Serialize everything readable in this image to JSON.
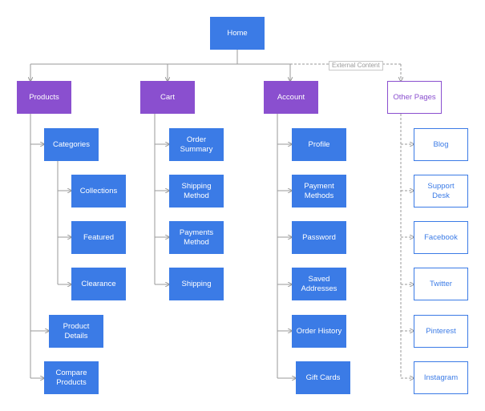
{
  "colors": {
    "primary_blue": "#3b7be6",
    "section_purple": "#8a4fcf",
    "connector_gray": "#9a9a9a"
  },
  "edge_label": "External Content",
  "root": {
    "label": "Home"
  },
  "sections": [
    {
      "id": "products",
      "label": "Products",
      "children": [
        {
          "id": "categories",
          "label": "Categories",
          "children": [
            {
              "id": "collections",
              "label": "Collections"
            },
            {
              "id": "featured",
              "label": "Featured"
            },
            {
              "id": "clearance",
              "label": "Clearance"
            }
          ]
        },
        {
          "id": "product-details",
          "label": "Product\nDetails"
        },
        {
          "id": "compare-products",
          "label": "Compare\nProducts"
        }
      ]
    },
    {
      "id": "cart",
      "label": "Cart",
      "children": [
        {
          "id": "order-summary",
          "label": "Order\nSummary"
        },
        {
          "id": "shipping-method",
          "label": "Shipping\nMethod"
        },
        {
          "id": "payments-method",
          "label": "Payments\nMethod"
        },
        {
          "id": "shipping",
          "label": "Shipping"
        }
      ]
    },
    {
      "id": "account",
      "label": "Account",
      "children": [
        {
          "id": "profile",
          "label": "Profile"
        },
        {
          "id": "payment-methods",
          "label": "Payment\nMethods"
        },
        {
          "id": "password",
          "label": "Password"
        },
        {
          "id": "saved-addresses",
          "label": "Saved\nAddresses"
        },
        {
          "id": "order-history",
          "label": "Order History"
        },
        {
          "id": "gift-cards",
          "label": "Gift Cards"
        }
      ]
    },
    {
      "id": "other-pages",
      "label": "Other Pages",
      "external": true,
      "children": [
        {
          "id": "blog",
          "label": "Blog"
        },
        {
          "id": "support-desk",
          "label": "Support\nDesk"
        },
        {
          "id": "facebook",
          "label": "Facebook"
        },
        {
          "id": "twitter",
          "label": "Twitter"
        },
        {
          "id": "pinterest",
          "label": "Pinterest"
        },
        {
          "id": "instagram",
          "label": "Instagram"
        }
      ]
    }
  ]
}
